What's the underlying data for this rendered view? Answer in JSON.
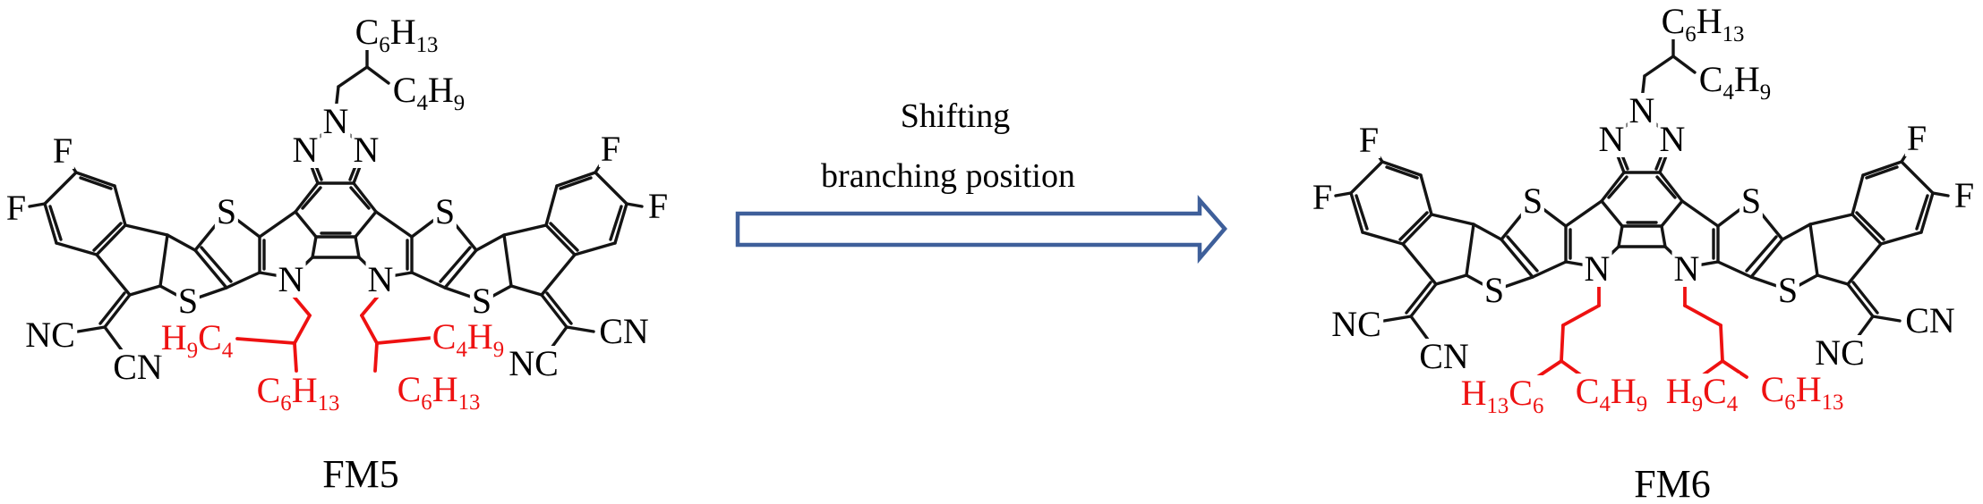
{
  "colors": {
    "bond": "#141414",
    "substituent_red": "#ee1111",
    "arrow_outline": "#3e5f9a",
    "label_text": "#000000",
    "background": "#ffffff"
  },
  "arrow": {
    "text_line1": "Shifting",
    "text_line2": "branching position"
  },
  "molecules": [
    {
      "name": "FM5",
      "caption": "FM5",
      "atoms": {
        "n_top": "N",
        "n_left": "N",
        "n_right": "N",
        "n_pyrrole_left": "N",
        "n_pyrrole_right": "N",
        "s_inner_left": "S",
        "s_inner_right": "S",
        "s_outer_left": "S",
        "s_outer_right": "S",
        "f_top_left": "F",
        "f_outer_left": "F",
        "f_top_right": "F",
        "f_outer_right": "F",
        "nc_left": "NC",
        "cn_left": "CN",
        "nc_right": "NC",
        "cn_right": "CN"
      },
      "n_alkyl_chain": {
        "branch_hexyl": "C6H13",
        "branch_butyl": "C4H9"
      },
      "side_chains": {
        "left_branch_a": "H9C4",
        "left_branch_b": "C6H13",
        "right_branch_a": "C4H9",
        "right_branch_b": "C6H13"
      }
    },
    {
      "name": "FM6",
      "caption": "FM6",
      "atoms": {
        "n_top": "N",
        "n_left": "N",
        "n_right": "N",
        "n_pyrrole_left": "N",
        "n_pyrrole_right": "N",
        "s_inner_left": "S",
        "s_inner_right": "S",
        "s_outer_left": "S",
        "s_outer_right": "S",
        "f_top_left": "F",
        "f_outer_left": "F",
        "f_top_right": "F",
        "f_outer_right": "F",
        "nc_left": "NC",
        "cn_left": "CN",
        "nc_right": "NC",
        "cn_right": "CN"
      },
      "n_alkyl_chain": {
        "branch_hexyl": "C6H13",
        "branch_butyl": "C4H9"
      },
      "side_chains": {
        "left_branch_a": "H13C6",
        "left_branch_b": "C4H9",
        "right_branch_a": "H9C4",
        "right_branch_b": "C6H13"
      }
    }
  ]
}
